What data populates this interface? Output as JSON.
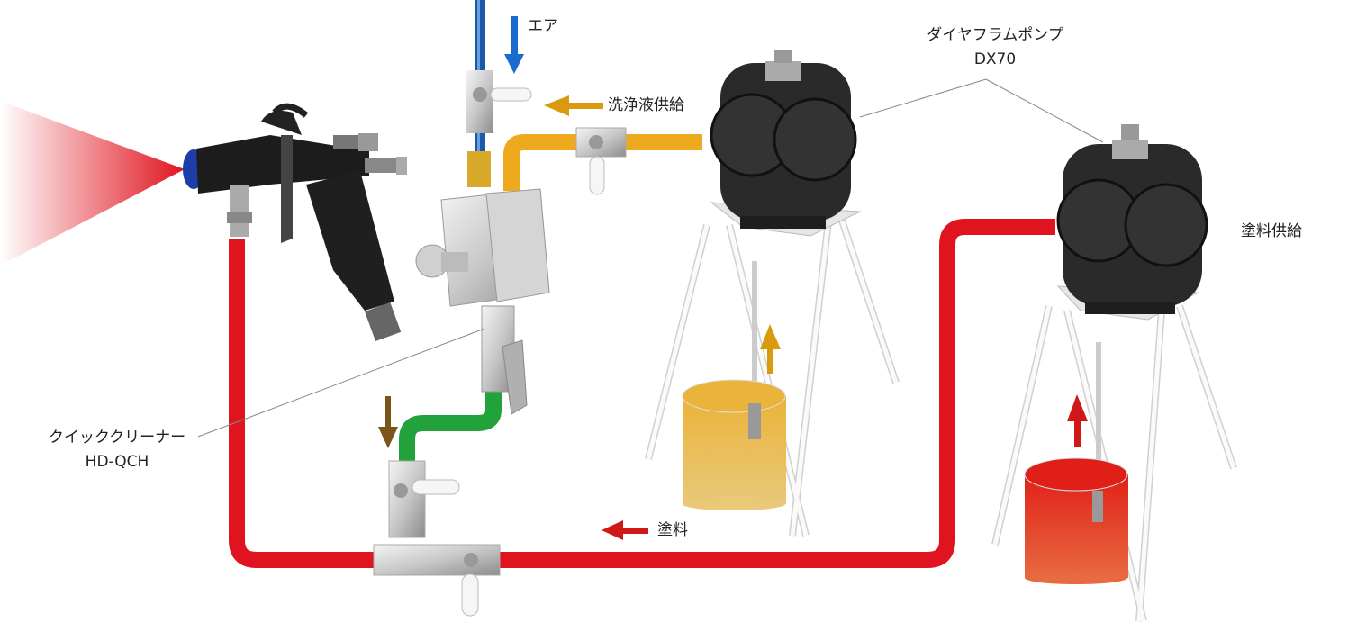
{
  "labels": {
    "air": "エア",
    "cleaning_supply": "洗浄液供給",
    "pump_name": "ダイヤフラムポンプ",
    "pump_model": "DX70",
    "paint_supply": "塗料供給",
    "paint": "塗料",
    "cleaner_name": "クイッククリーナー",
    "cleaner_model": "HD-QCH"
  },
  "colors": {
    "paint_line": "#e0141e",
    "cleaning_line": "#eeaa1e",
    "solvent_line": "#22a23a",
    "air_line": "#1a5aa8",
    "arrow_air": "#1a6ad0",
    "arrow_cleaning": "#d99a10",
    "arrow_paint": "#d01818",
    "arrow_drain": "#7a5418",
    "pump_body": "#2a2a2a",
    "cleaning_liquid": "#eab33a",
    "paint_liquid": "#e23a1e"
  },
  "icons": [
    "spray-gun-icon",
    "diaphragm-pump-icon",
    "quick-cleaner-icon",
    "valve-icon",
    "bucket-icon"
  ]
}
